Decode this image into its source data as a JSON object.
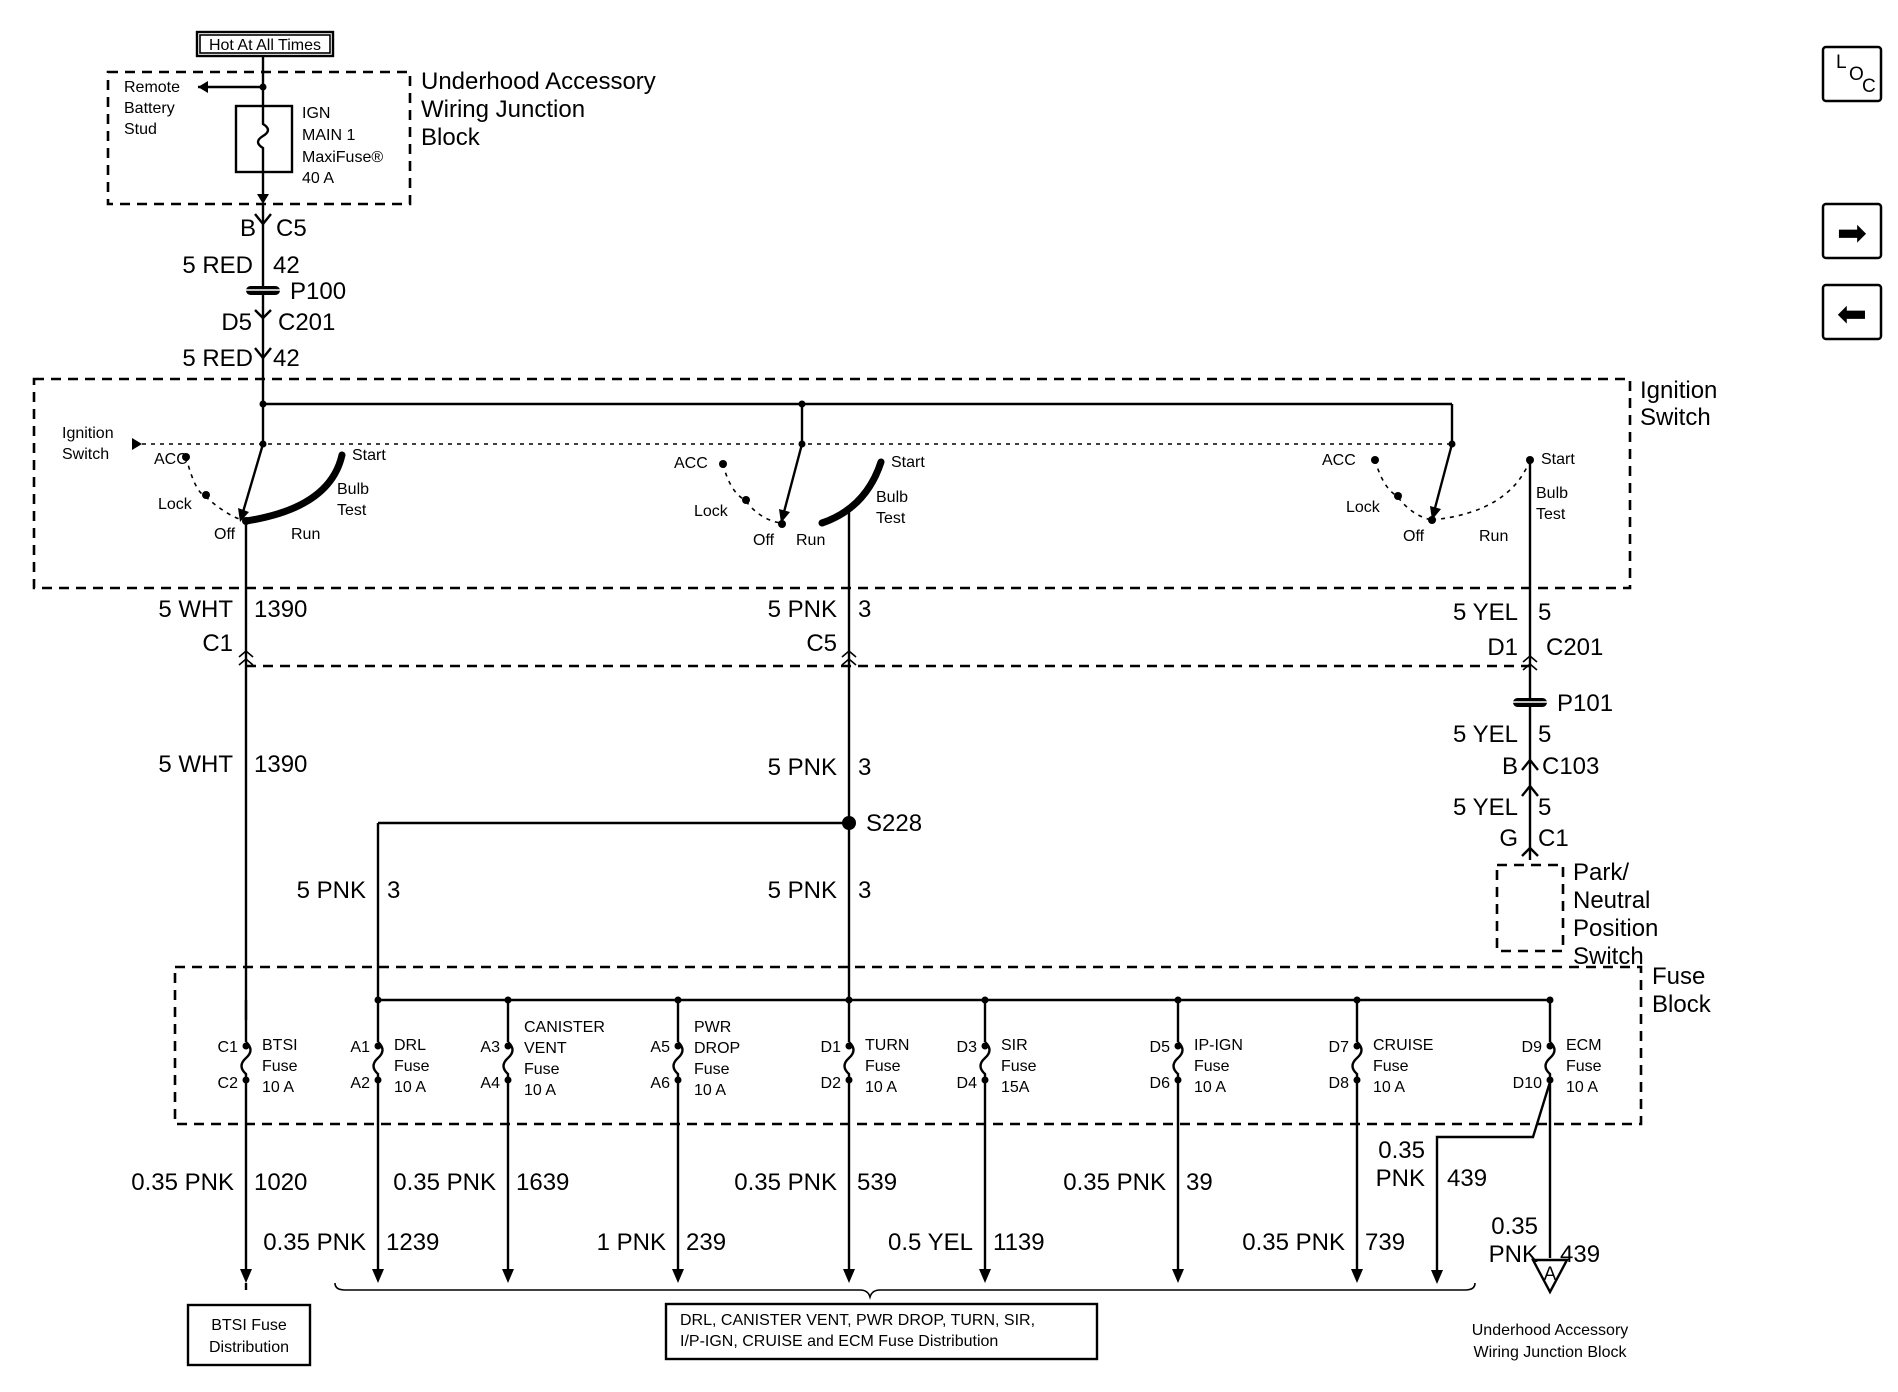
{
  "header_box": "Hot At All Times",
  "junction_block": {
    "title": [
      "Underhood Accessory",
      "Wiring Junction",
      "Block"
    ],
    "stud": [
      "Remote",
      "Battery",
      "Stud"
    ],
    "fuse": [
      "IGN",
      "MAIN 1",
      "MaxiFuse®",
      "40 A"
    ]
  },
  "top_wiring": {
    "conn1_left": "B",
    "conn1_right": "C5",
    "wire1_color": "5 RED",
    "wire1_num": "42",
    "splice": "P100",
    "conn2_left": "D5",
    "conn2_right": "C201",
    "wire2_color": "5 RED",
    "wire2_num": "42"
  },
  "ignition_switch": {
    "title": [
      "Ignition",
      "Switch"
    ],
    "side_label": [
      "Ignition",
      "Switch"
    ],
    "positions": {
      "acc": "ACC",
      "lock": "Lock",
      "off": "Off",
      "run": "Run",
      "start": "Start",
      "bulb": [
        "Bulb",
        "Test"
      ]
    }
  },
  "branch_left": {
    "color1": "5 WHT",
    "num1": "1390",
    "conn": "C1",
    "color2": "5 WHT",
    "num2": "1390"
  },
  "branch_mid": {
    "color1": "5 PNK",
    "num1": "3",
    "conn": "C5",
    "color2": "5 PNK",
    "num2": "3",
    "splice": "S228",
    "color3": "5 PNK",
    "num3": "3",
    "color4": "5 PNK",
    "num4": "3"
  },
  "branch_right": {
    "color1": "5 YEL",
    "num1": "5",
    "conn1_left": "D1",
    "conn1_right": "C201",
    "splice": "P101",
    "color2": "5 YEL",
    "num2": "5",
    "conn2_left": "B",
    "conn2_right": "C103",
    "color3": "5 YEL",
    "num3": "5",
    "conn3_left": "G",
    "conn3_right": "C1",
    "switch": [
      "Park/",
      "Neutral",
      "Position",
      "Switch"
    ]
  },
  "fuse_block": {
    "title": [
      "Fuse",
      "Block"
    ],
    "fuses": [
      {
        "in": "C1",
        "out": "C2",
        "name": [
          "BTSI",
          "Fuse",
          "10 A"
        ]
      },
      {
        "in": "A1",
        "out": "A2",
        "name": [
          "DRL",
          "Fuse",
          "10 A"
        ]
      },
      {
        "in": "A3",
        "out": "A4",
        "name": [
          "CANISTER",
          "VENT",
          "Fuse",
          "10 A"
        ]
      },
      {
        "in": "A5",
        "out": "A6",
        "name": [
          "PWR",
          "DROP",
          "Fuse",
          "10 A"
        ]
      },
      {
        "in": "D1",
        "out": "D2",
        "name": [
          "TURN",
          "Fuse",
          "10 A"
        ]
      },
      {
        "in": "D3",
        "out": "D4",
        "name": [
          "SIR",
          "Fuse",
          "15A"
        ]
      },
      {
        "in": "D5",
        "out": "D6",
        "name": [
          "IP-IGN",
          "Fuse",
          "10 A"
        ]
      },
      {
        "in": "D7",
        "out": "D8",
        "name": [
          "CRUISE",
          "Fuse",
          "10 A"
        ]
      },
      {
        "in": "D9",
        "out": "D10",
        "name": [
          "ECM",
          "Fuse",
          "10 A"
        ]
      }
    ]
  },
  "outputs": [
    {
      "color": "0.35 PNK",
      "num": "1020"
    },
    {
      "color": "0.35 PNK",
      "num": "1239"
    },
    {
      "color": "0.35 PNK",
      "num": "1639"
    },
    {
      "color": "1 PNK",
      "num": "239"
    },
    {
      "color": "0.35 PNK",
      "num": "539"
    },
    {
      "color": "0.5 YEL",
      "num": "1139"
    },
    {
      "color": "0.35 PNK",
      "num": "39"
    },
    {
      "color": "0.35 PNK",
      "num": "739"
    },
    {
      "color": [
        "0.35",
        "PNK"
      ],
      "num": "439"
    },
    {
      "color": [
        "0.35",
        "PNK"
      ],
      "num": "439"
    }
  ],
  "destinations": {
    "btsi": [
      "BTSI Fuse",
      "Distribution"
    ],
    "group": [
      "DRL, CANISTER VENT, PWR DROP, TURN, SIR,",
      "I/P-IGN, CRUISE and ECM Fuse Distribution"
    ],
    "ref_letter": "A",
    "underhood": [
      "Underhood Accessory",
      "Wiring Junction Block"
    ]
  },
  "nav": {
    "loc": [
      "L",
      "O",
      "C"
    ],
    "next": "➡",
    "prev": "⬅"
  }
}
